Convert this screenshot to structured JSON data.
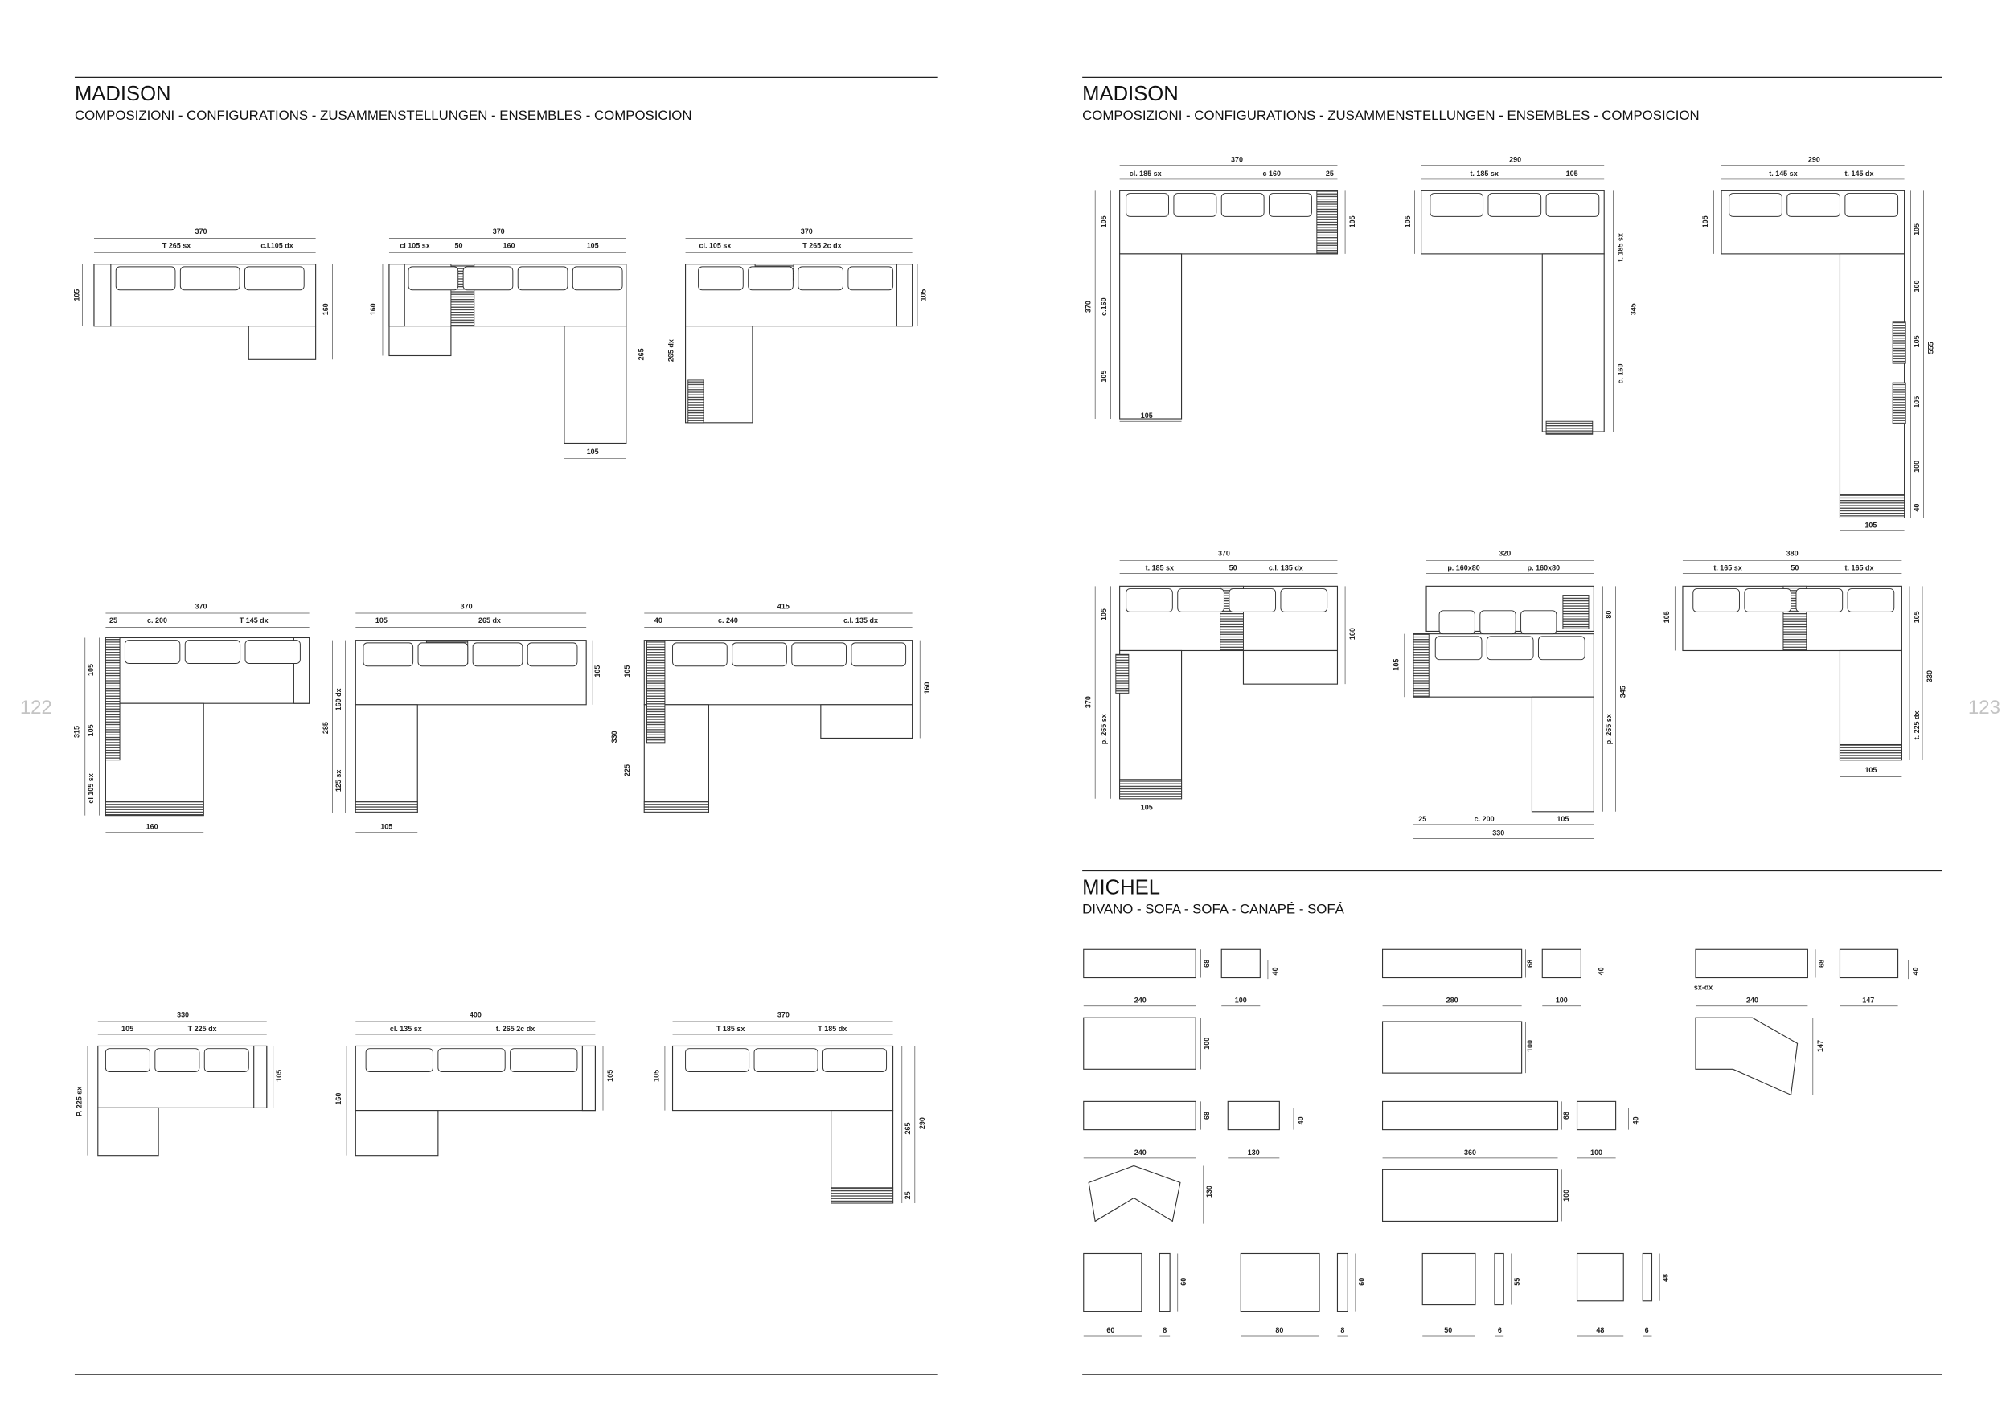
{
  "left_page": {
    "title": "MADISON",
    "subtitle": "COMPOSIZIONI - CONFIGURATIONS - ZUSAMMENSTELLUNGEN - ENSEMBLES - COMPOSICION",
    "page_number": "122",
    "configurations": [
      {
        "labels": [
          "370",
          "T 265 sx",
          "c.l.105 dx",
          "105",
          "160"
        ]
      },
      {
        "labels": [
          "370",
          "cl 105 sx",
          "50",
          "160",
          "105",
          "160",
          "265",
          "105"
        ]
      },
      {
        "labels": [
          "370",
          "cl. 105 sx",
          "T 265 2c dx",
          "265 dx",
          "105"
        ]
      },
      {
        "labels": [
          "370",
          "25",
          "c. 200",
          "T 145 dx",
          "105",
          "315",
          "105",
          "cl 105 sx",
          "160"
        ]
      },
      {
        "labels": [
          "370",
          "105",
          "265 dx",
          "160 dx",
          "285",
          "125 sx",
          "105",
          "105"
        ]
      },
      {
        "labels": [
          "415",
          "40",
          "c. 240",
          "c.l. 135 dx",
          "105",
          "330",
          "225",
          "160"
        ]
      },
      {
        "labels": [
          "330",
          "105",
          "T 225 dx",
          "P. 225 sx",
          "105"
        ]
      },
      {
        "labels": [
          "400",
          "cl. 135 sx",
          "t. 265 2c dx",
          "160",
          "105"
        ]
      },
      {
        "labels": [
          "370",
          "T 185 sx",
          "T 185 dx",
          "105",
          "265",
          "290",
          "25"
        ]
      }
    ]
  },
  "right_page": {
    "title": "MADISON",
    "subtitle": "COMPOSIZIONI - CONFIGURATIONS - ZUSAMMENSTELLUNGEN - ENSEMBLES - COMPOSICION",
    "page_number": "123",
    "configurations": [
      {
        "labels": [
          "370",
          "cl. 185 sx",
          "c 160",
          "25",
          "105",
          "370",
          "c.160",
          "105",
          "105",
          "105"
        ]
      },
      {
        "labels": [
          "290",
          "t. 185 sx",
          "105",
          "105",
          "t. 185 sx",
          "345",
          "c. 160"
        ]
      },
      {
        "labels": [
          "290",
          "t. 145 sx",
          "t. 145 dx",
          "105",
          "105",
          "100",
          "105",
          "555",
          "105",
          "100",
          "40",
          "105"
        ]
      },
      {
        "labels": [
          "370",
          "t. 185 sx",
          "50",
          "c.l. 135 dx",
          "105",
          "370",
          "p. 265 sx",
          "160",
          "105"
        ]
      },
      {
        "labels": [
          "320",
          "p. 160x80",
          "p. 160x80",
          "80",
          "345",
          "p. 265 sx",
          "105",
          "25",
          "c. 200",
          "105",
          "330"
        ]
      },
      {
        "labels": [
          "380",
          "t. 165 sx",
          "50",
          "t. 165 dx",
          "105",
          "105",
          "330",
          "t. 225 dx",
          "105"
        ]
      }
    ],
    "michel": {
      "title": "MICHEL",
      "subtitle": "DIVANO - SOFA - SOFA - CANAPÉ - SOFÁ",
      "labels": [
        "68",
        "40",
        "240",
        "100",
        "68",
        "40",
        "280",
        "100",
        "68",
        "40",
        "sx-dx",
        "240",
        "147",
        "100",
        "100",
        "147",
        "68",
        "40",
        "240",
        "130",
        "68",
        "40",
        "360",
        "100",
        "130",
        "100",
        "60",
        "60",
        "8",
        "60",
        "80",
        "8",
        "55",
        "50",
        "6",
        "48",
        "48",
        "6"
      ]
    }
  }
}
